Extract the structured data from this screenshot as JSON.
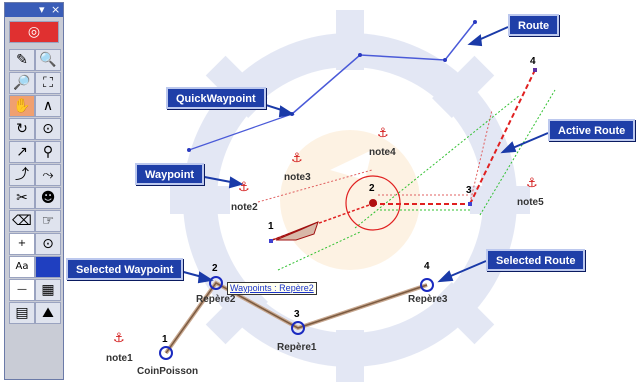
{
  "callouts": {
    "route": "Route",
    "quick_waypoint": "QuickWaypoint",
    "active_route": "Active Route",
    "waypoint": "Waypoint",
    "selected_waypoint": "Selected Waypoint",
    "selected_route": "Selected Route"
  },
  "notes": [
    "note1",
    "note2",
    "note3",
    "note4",
    "note5"
  ],
  "waypoints": {
    "coin_poisson": "CoinPoisson",
    "repere1": "Repère1",
    "repere2": "Repère2",
    "repere3": "Repère3"
  },
  "tooltip": "Waypoints : Repère2",
  "numbers": {
    "sel_1": "1",
    "sel_2": "2",
    "sel_3": "3",
    "sel_4": "4",
    "act_1": "1",
    "act_2": "2",
    "act_3": "3",
    "act_4": "4"
  },
  "toolbar": {
    "title_controls": [
      "▾",
      "×"
    ],
    "tools": [
      {
        "icon": "lifebuoy-icon",
        "glyph": "◎"
      },
      {
        "icon": "pencil-icon",
        "glyph": "✎"
      },
      {
        "icon": "zoom-in-icon",
        "glyph": "🔍"
      },
      {
        "icon": "zoom-out-icon",
        "glyph": "🔎"
      },
      {
        "icon": "zoom-area-icon",
        "glyph": "⛶"
      },
      {
        "icon": "pan-hand-icon",
        "glyph": "✋"
      },
      {
        "icon": "draw-line-icon",
        "glyph": "∧"
      },
      {
        "icon": "rotate-icon",
        "glyph": "↻"
      },
      {
        "icon": "target-icon",
        "glyph": "⊙"
      },
      {
        "icon": "measure-icon",
        "glyph": "↗"
      },
      {
        "icon": "marker-icon",
        "glyph": "⚲"
      },
      {
        "icon": "route-icon",
        "glyph": "⤴"
      },
      {
        "icon": "route-edit-icon",
        "glyph": "⤳"
      },
      {
        "icon": "scissors-icon",
        "glyph": "✂"
      },
      {
        "icon": "smiley-icon",
        "glyph": "☻"
      },
      {
        "icon": "eraser-icon",
        "glyph": "⌫"
      },
      {
        "icon": "hand-pointer-icon",
        "glyph": "☞"
      },
      {
        "icon": "plus-icon",
        "glyph": "+"
      },
      {
        "icon": "crosshair-icon",
        "glyph": "⊙"
      },
      {
        "icon": "text-box-icon",
        "glyph": "Aa"
      },
      {
        "icon": "color-blue-icon",
        "glyph": ""
      },
      {
        "icon": "minus-icon",
        "glyph": "—"
      },
      {
        "icon": "pattern-icon",
        "glyph": "▦"
      },
      {
        "icon": "table-icon",
        "glyph": "▤"
      },
      {
        "icon": "map-icon",
        "glyph": "⛰"
      }
    ]
  },
  "colors": {
    "callout_bg": "#1f3fa8",
    "route_blue": "#4a5ad8",
    "selected_route": "#8a6a50",
    "active_route": "#e02020",
    "anchor_red": "#d42020",
    "green_guide": "#30c030"
  }
}
